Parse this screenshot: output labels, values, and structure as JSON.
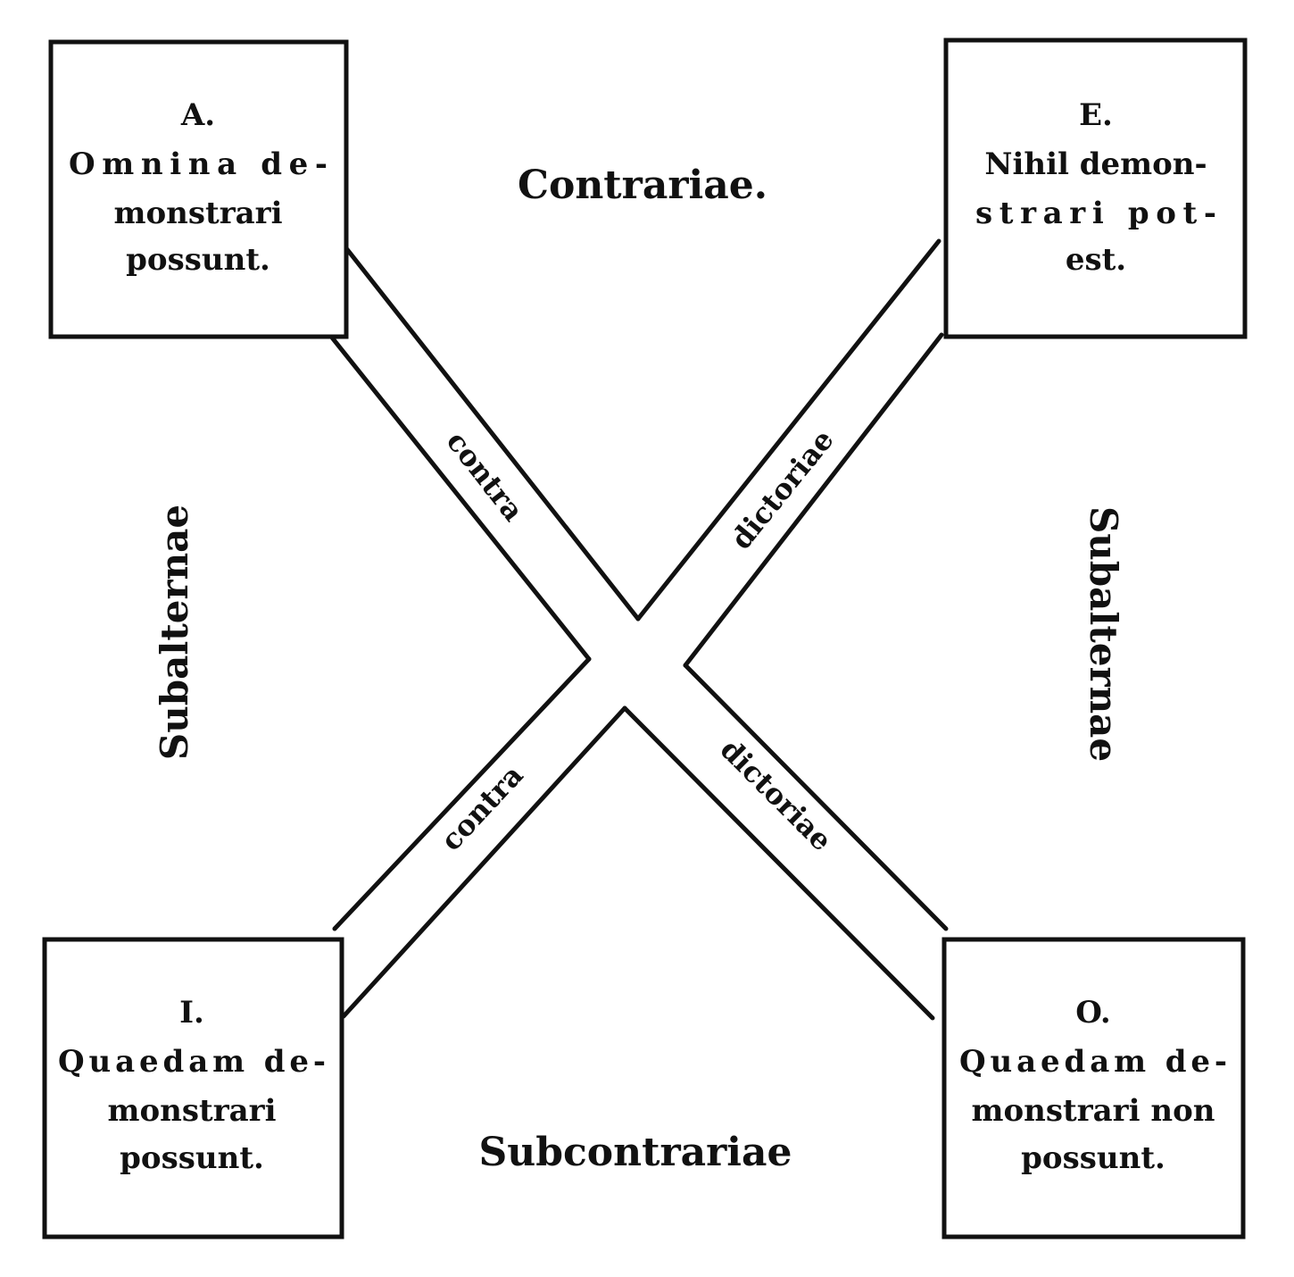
{
  "boxes": {
    "A": {
      "letter": "A.",
      "lines": [
        "Omnina de-",
        "monstrari",
        "possunt."
      ]
    },
    "E": {
      "letter": "E.",
      "lines": [
        "Nihil demon-",
        "strari pot-",
        "est."
      ]
    },
    "I": {
      "letter": "I.",
      "lines": [
        "Quaedam de-",
        "monstrari",
        "possunt."
      ]
    },
    "O": {
      "letter": "O.",
      "lines": [
        "Quaedam de-",
        "monstrari non",
        "possunt."
      ]
    }
  },
  "relations": {
    "top": "Contrariae.",
    "bottom": "Subcontrariae",
    "left": "Subalternae",
    "right": "Subalternae",
    "contra_upper": "contra",
    "dictoriae_upper": "dictoriae",
    "contra_lower": "contra",
    "dictoriae_lower": "dictoriae"
  }
}
